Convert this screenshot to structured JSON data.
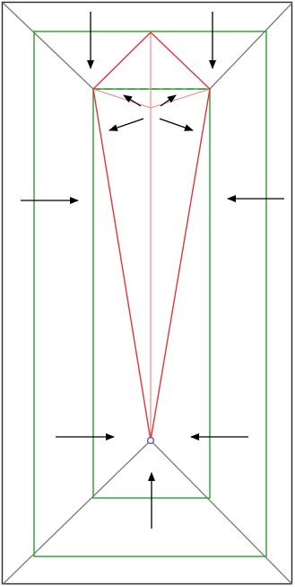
{
  "diagram": {
    "colors": {
      "frame": "#2a2a2a",
      "crease_gray": "#7a7a7a",
      "green": "#2f9b2f",
      "red": "#e0353b",
      "pink": "#f08a8a",
      "arrow": "#000000",
      "vertex": "#5a5aa8"
    },
    "arrows": [
      {
        "name": "arrow-top-left",
        "direction": "down"
      },
      {
        "name": "arrow-top-right",
        "direction": "down"
      },
      {
        "name": "arrow-left-middle",
        "direction": "right"
      },
      {
        "name": "arrow-right-middle",
        "direction": "left"
      },
      {
        "name": "arrow-lower-left",
        "direction": "right"
      },
      {
        "name": "arrow-lower-right",
        "direction": "left"
      },
      {
        "name": "arrow-bottom-center",
        "direction": "up"
      },
      {
        "name": "arrow-small-up-left",
        "direction": "up-left"
      },
      {
        "name": "arrow-small-up-right",
        "direction": "up-right"
      },
      {
        "name": "arrow-small-down-left",
        "direction": "down-left"
      },
      {
        "name": "arrow-small-down-right",
        "direction": "down-right"
      }
    ]
  }
}
